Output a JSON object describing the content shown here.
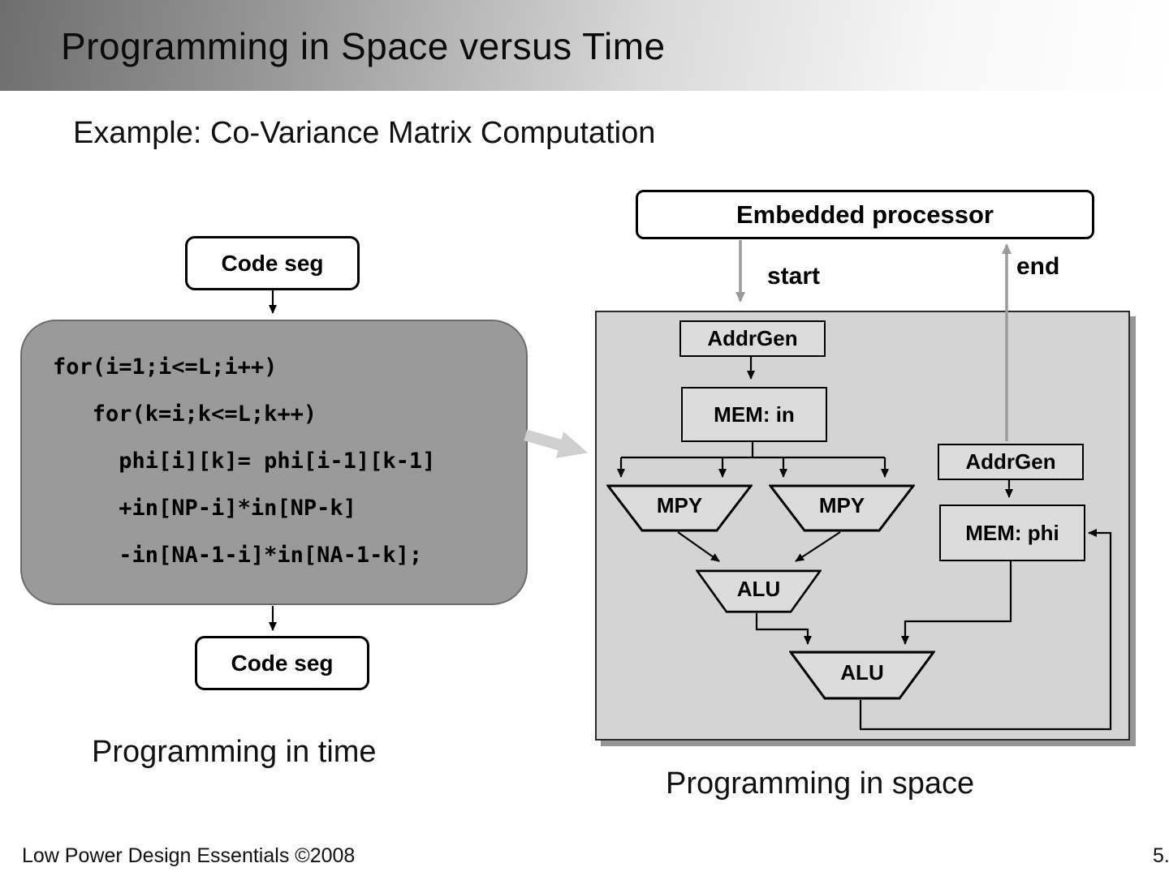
{
  "slide": {
    "title": "Programming in Space versus Time",
    "subtitle": "Example: Co-Variance Matrix Computation",
    "footer_left": "Low Power Design Essentials ©2008",
    "footer_right": "5."
  },
  "time_flow": {
    "code_seg_top": "Code seg",
    "code_seg_bottom": "Code seg",
    "caption": "Programming in time",
    "code_lines": [
      "for(i=1;i<=L;i++)",
      "   for(k=i;k<=L;k++)",
      "     phi[i][k]= phi[i-1][k-1]",
      "     +in[NP-i]*in[NP-k]",
      "     -in[NA-1-i]*in[NA-1-k];"
    ]
  },
  "space_flow": {
    "processor": "Embedded processor",
    "start_label": "start",
    "end_label": "end",
    "caption": "Programming in space",
    "blocks": {
      "addrgen1": "AddrGen",
      "mem_in": "MEM: in",
      "mpy_left": "MPY",
      "mpy_right": "MPY",
      "alu1": "ALU",
      "addrgen2": "AddrGen",
      "mem_phi": "MEM: phi",
      "alu2": "ALU"
    }
  },
  "colors": {
    "code_box_bg": "#9a9a9a",
    "panel_bg": "#d4d4d4",
    "unit_bg": "#dcdcdc",
    "arrow_black": "#000000",
    "arrow_gray": "#9b9b9b"
  }
}
